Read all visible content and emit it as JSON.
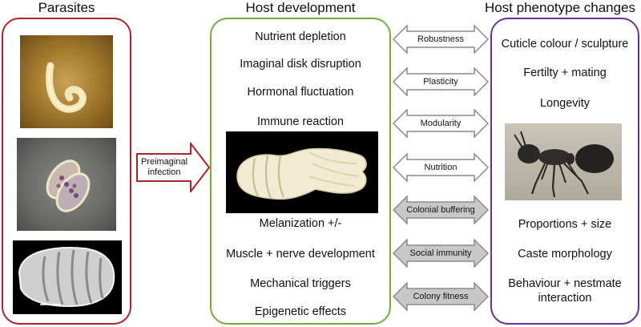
{
  "headers": {
    "parasites": "Parasites",
    "host_development": "Host development",
    "host_phenotype": "Host phenotype changes"
  },
  "infection_arrow": {
    "line1": "Preimaginal",
    "line2": "infection"
  },
  "host_development": {
    "items_top": [
      "Nutrient depletion",
      "Imaginal disk disruption",
      "Hormonal fluctuation",
      "Immune reaction"
    ],
    "items_bottom": [
      "Melanization +/-",
      "Muscle + nerve development",
      "Mechanical triggers",
      "Epigenetic effects"
    ]
  },
  "connectors": [
    {
      "label": "Robustness",
      "style": "open"
    },
    {
      "label": "Plasticity",
      "style": "open"
    },
    {
      "label": "Modularity",
      "style": "open"
    },
    {
      "label": "Nutrition",
      "style": "open"
    },
    {
      "label": "Colonial buffering",
      "style": "filled"
    },
    {
      "label": "Social immunity",
      "style": "filled"
    },
    {
      "label": "Colony fitness",
      "style": "filled"
    }
  ],
  "phenotype": {
    "items_top": [
      "Cuticle colour / sculpture",
      "Fertilty + mating",
      "Longevity"
    ],
    "items_bottom": [
      "Proportions + size",
      "Caste morphology"
    ],
    "last_line1": "Behaviour + nestmate",
    "last_line2": "interaction"
  },
  "colors": {
    "parasites_border": "#a8262a",
    "host_border": "#6fae3e",
    "phenotype_border": "#6a2f9a",
    "arrow_open_fill": "#ffffff",
    "arrow_filled_fill": "#c8c8c8",
    "arrow_stroke": "#8a8a8a"
  }
}
